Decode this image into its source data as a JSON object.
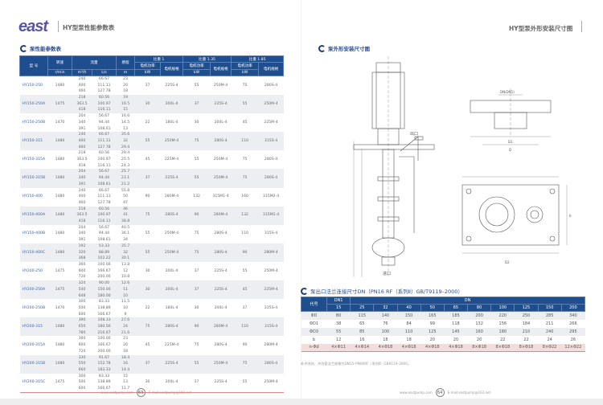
{
  "header": {
    "logo": "east",
    "left_title": "HY型泵性能参数表",
    "right_title": "HY型泵外形安装尺寸图"
  },
  "left": {
    "section": "泵性能参数表",
    "columns": {
      "model": "型 号",
      "speed": "转速",
      "flow": "流量",
      "head": "扬程",
      "g1": "比重 1",
      "g2": "比重 1.35",
      "g3": "比重 1.85",
      "power": "电机功率",
      "spec": "电机规格",
      "u_speed": "r/min",
      "u_q": "m³/h",
      "u_l": "L/s",
      "u_h": "m",
      "u_kw": "kW"
    },
    "rows": [
      {
        "model": "HY150-250",
        "speed": "1480",
        "pts": [
          [
            "240",
            "66.67",
            "23"
          ],
          [
            "400",
            "111.11",
            "20"
          ],
          [
            "460",
            "127.78",
            "18"
          ]
        ],
        "motors": [
          [
            "37",
            "225S-4"
          ],
          [
            "55",
            "250M-4"
          ],
          [
            "75",
            "280S-4"
          ]
        ]
      },
      {
        "model": "HY150-250A",
        "speed": "1475",
        "pts": [
          [
            "218",
            "60.56",
            "19"
          ],
          [
            "363.5",
            "100.97",
            "16.5"
          ],
          [
            "418",
            "116.11",
            "15"
          ]
        ],
        "motors": [
          [
            "30",
            "200L-4"
          ],
          [
            "37",
            "225S-4"
          ],
          [
            "55",
            "250M-4"
          ]
        ]
      },
      {
        "model": "HY150-250B",
        "speed": "1470",
        "pts": [
          [
            "204",
            "56.67",
            "16.6"
          ],
          [
            "340",
            "94.44",
            "14.5"
          ],
          [
            "391",
            "108.61",
            "13"
          ]
        ],
        "motors": [
          [
            "22",
            "180L-4"
          ],
          [
            "30",
            "200L-4"
          ],
          [
            "45",
            "225M-4"
          ]
        ]
      },
      {
        "model": "HY150-315",
        "speed": "1480",
        "pts": [
          [
            "240",
            "66.67",
            "35.6"
          ],
          [
            "400",
            "111.11",
            "32"
          ],
          [
            "460",
            "127.78",
            "29.4"
          ]
        ],
        "motors": [
          [
            "55",
            "250M-4"
          ],
          [
            "75",
            "280S-4"
          ],
          [
            "110",
            "315S-4"
          ]
        ]
      },
      {
        "model": "HY150-315A",
        "speed": "1480",
        "pts": [
          [
            "218",
            "60.56",
            "29.4"
          ],
          [
            "363.5",
            "100.97",
            "25.5"
          ],
          [
            "418",
            "116.11",
            "24.3"
          ]
        ],
        "motors": [
          [
            "45",
            "225M-4"
          ],
          [
            "55",
            "250M-4"
          ],
          [
            "75",
            "280S-4"
          ]
        ]
      },
      {
        "model": "HY150-315B",
        "speed": "1480",
        "pts": [
          [
            "204",
            "56.67",
            "25.7"
          ],
          [
            "340",
            "94.44",
            "23.1"
          ],
          [
            "391",
            "108.61",
            "21.2"
          ]
        ],
        "motors": [
          [
            "37",
            "225S-4"
          ],
          [
            "55",
            "250M-4"
          ],
          [
            "75",
            "280S-4"
          ]
        ]
      },
      {
        "model": "HY150-400",
        "speed": "1480",
        "pts": [
          [
            "240",
            "66.67",
            "55.8"
          ],
          [
            "400",
            "111.11",
            "50"
          ],
          [
            "460",
            "127.78",
            "47"
          ]
        ],
        "motors": [
          [
            "90",
            "280M-4"
          ],
          [
            "132",
            "315M1-4"
          ],
          [
            "160",
            "315M2-4"
          ]
        ]
      },
      {
        "model": "HY150-400A",
        "speed": "1480",
        "pts": [
          [
            "218",
            "60.56",
            "46"
          ],
          [
            "363.5",
            "100.97",
            "41"
          ],
          [
            "418",
            "116.11",
            "38.8"
          ]
        ],
        "motors": [
          [
            "75",
            "280S-4"
          ],
          [
            "90",
            "280M-4"
          ],
          [
            "132",
            "315M1-4"
          ]
        ]
      },
      {
        "model": "HY150-400B",
        "speed": "1480",
        "pts": [
          [
            "204",
            "56.67",
            "40.5"
          ],
          [
            "340",
            "94.44",
            "36.1"
          ],
          [
            "391",
            "108.61",
            "34"
          ]
        ],
        "motors": [
          [
            "55",
            "250M-4"
          ],
          [
            "75",
            "280S-4"
          ],
          [
            "110",
            "315S-4"
          ]
        ]
      },
      {
        "model": "HY150-400C",
        "speed": "1480",
        "pts": [
          [
            "192",
            "53.33",
            "35.7"
          ],
          [
            "320",
            "88.89",
            "32"
          ],
          [
            "368",
            "102.22",
            "30.1"
          ]
        ],
        "motors": [
          [
            "55",
            "250M-4"
          ],
          [
            "75",
            "280S-4"
          ],
          [
            "90",
            "280M-4"
          ]
        ]
      },
      {
        "model": "HY200-250",
        "speed": "1475",
        "pts": [
          [
            "360",
            "100.00",
            "13.8"
          ],
          [
            "600",
            "166.67",
            "12"
          ],
          [
            "720",
            "200.00",
            "10.8"
          ]
        ],
        "motors": [
          [
            "30",
            "200L-4"
          ],
          [
            "37",
            "225S-4"
          ],
          [
            "55",
            "250M-4"
          ]
        ]
      },
      {
        "model": "HY200-250A",
        "speed": "1475",
        "pts": [
          [
            "324",
            "90.00",
            "12.6"
          ],
          [
            "540",
            "150.00",
            "11"
          ],
          [
            "648",
            "180.00",
            "10"
          ]
        ],
        "motors": [
          [
            "30",
            "200L-4"
          ],
          [
            "37",
            "225S-4"
          ],
          [
            "45",
            "225M-4"
          ]
        ]
      },
      {
        "model": "HY200-250B",
        "speed": "1470",
        "pts": [
          [
            "300",
            "83.33",
            "11.5"
          ],
          [
            "500",
            "138.89",
            "10"
          ],
          [
            "600",
            "166.67",
            "9"
          ]
        ],
        "motors": [
          [
            "22",
            "180L-4"
          ],
          [
            "30",
            "200L-4"
          ],
          [
            "37",
            "225S-4"
          ]
        ]
      },
      {
        "model": "HY200-315",
        "speed": "1480",
        "pts": [
          [
            "390",
            "108.33",
            "27.6"
          ],
          [
            "650",
            "180.56",
            "24"
          ],
          [
            "780",
            "216.67",
            "21.6"
          ]
        ],
        "motors": [
          [
            "75",
            "280S-4"
          ],
          [
            "90",
            "280M-4"
          ],
          [
            "110",
            "315S-4"
          ]
        ]
      },
      {
        "model": "HY200-315A",
        "speed": "1480",
        "pts": [
          [
            "360",
            "100.00",
            "23"
          ],
          [
            "600",
            "166.67",
            "20"
          ],
          [
            "720",
            "200.00",
            "18"
          ]
        ],
        "motors": [
          [
            "45",
            "225M-4"
          ],
          [
            "75",
            "280S-4"
          ],
          [
            "90",
            "280M-4"
          ]
        ]
      },
      {
        "model": "HY200-315B",
        "speed": "1480",
        "pts": [
          [
            "330",
            "91.67",
            "18.4"
          ],
          [
            "550",
            "152.78",
            "16"
          ],
          [
            "660",
            "183.33",
            "14.4"
          ]
        ],
        "motors": [
          [
            "37",
            "225S-4"
          ],
          [
            "55",
            "250M-4"
          ],
          [
            "75",
            "280S-4"
          ]
        ]
      },
      {
        "model": "HY200-315C",
        "speed": "1475",
        "pts": [
          [
            "300",
            "83.33",
            "15"
          ],
          [
            "500",
            "138.89",
            "13"
          ],
          [
            "600",
            "166.67",
            "11.7"
          ]
        ],
        "motors": [
          [
            "30",
            "200L-4"
          ],
          [
            "37",
            "225S-4"
          ],
          [
            "55",
            "250M-4"
          ]
        ]
      }
    ],
    "footer": {
      "web": "www.eastpump.com",
      "page": "63",
      "email": "E-mail:eastpump@163.net"
    }
  },
  "right": {
    "section": "泵外形安装尺寸图",
    "drawing_labels": {
      "d": "D",
      "d1": "DN(DN1)",
      "d2": "D1",
      "d3": "D2",
      "b": "b",
      "n": "n-Φd",
      "in": "进口",
      "out": "出口"
    },
    "flange_section": "泵出口法兰连接尺寸DN（PN16 RF（系列Ⅱ）GB/T9119–2000）",
    "flange": {
      "code": "代号",
      "dn1": "DN1",
      "dn": "DN",
      "sizes": [
        "15",
        "25",
        "32",
        "40",
        "50",
        "65",
        "80",
        "100",
        "125",
        "150",
        "200"
      ],
      "rows": [
        {
          "label": "ΦD",
          "vals": [
            "80",
            "115",
            "140",
            "150",
            "165",
            "185",
            "200",
            "220",
            "250",
            "285",
            "340"
          ]
        },
        {
          "label": "ΦD1",
          "vals": [
            "38",
            "65",
            "76",
            "84",
            "99",
            "118",
            "132",
            "156",
            "184",
            "211",
            "266"
          ]
        },
        {
          "label": "ΦD3",
          "vals": [
            "55",
            "85",
            "100",
            "110",
            "125",
            "145",
            "160",
            "180",
            "210",
            "240",
            "295"
          ]
        },
        {
          "label": "b",
          "vals": [
            "12",
            "16",
            "18",
            "18",
            "20",
            "20",
            "20",
            "22",
            "22",
            "24",
            "26"
          ]
        },
        {
          "label": "n-Φd",
          "vals": [
            "4×Φ11",
            "4×Φ14",
            "4×Φ18",
            "4×Φ18",
            "4×Φ18",
            "4×Φ18",
            "8×Φ18",
            "8×Φ18",
            "8×Φ18",
            "8×Φ22",
            "12×Φ22"
          ]
        }
      ]
    },
    "note": "补冲洗时，冲洗管法兰规格为DN15–PN06RF（系列Ⅱ）GB9119–2000。",
    "footer": {
      "web": "www.eastpump.com",
      "page": "64",
      "email": "E-mail:eastpump@163.net"
    }
  },
  "colors": {
    "header_blue": "#1f4e8f",
    "model_blue": "#3b64a8",
    "logo": "#5a54a6"
  }
}
